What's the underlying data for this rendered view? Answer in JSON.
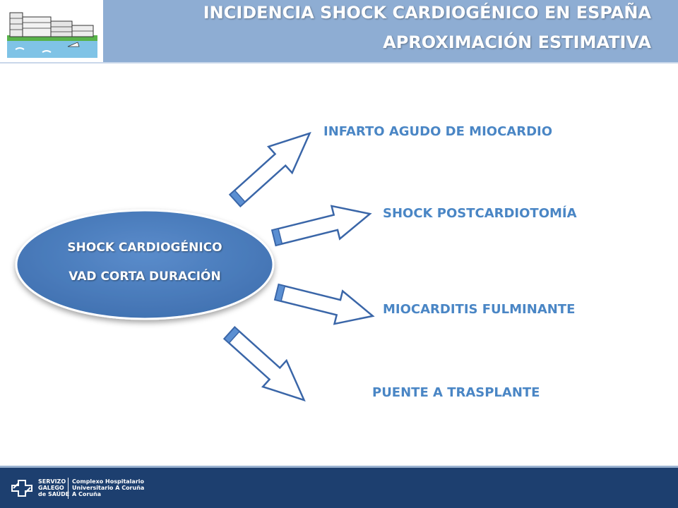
{
  "header": {
    "title_line1": "INCIDENCIA SHOCK CARDIOGÉNICO EN ESPAÑA",
    "title_line2": "APROXIMACIÓN ESTIMATIVA"
  },
  "center": {
    "line1": "SHOCK CARDIOGÉNICO",
    "line2": "VAD CORTA DURACIÓN"
  },
  "targets": [
    "INFARTO AGUDO DE MIOCARDIO",
    "SHOCK POSTCARDIOTOMÍA",
    "MIOCARDITIS FULMINANTE",
    "PUENTE A TRASPLANTE"
  ],
  "footer": {
    "org_left_1": "SERVIZO",
    "org_left_2": "GALEGO",
    "org_left_3": "de SAÚDE",
    "org_right_1": "Complexo Hospitalario",
    "org_right_2": "Universitario A Coruña",
    "org_right_3": "A Coruña"
  },
  "colors": {
    "header": "#8eadd3",
    "ellipse": "#4f81bd",
    "label": "#4a86c5",
    "arrow_stroke": "#3a66a8",
    "footer": "#1d3f6f"
  }
}
